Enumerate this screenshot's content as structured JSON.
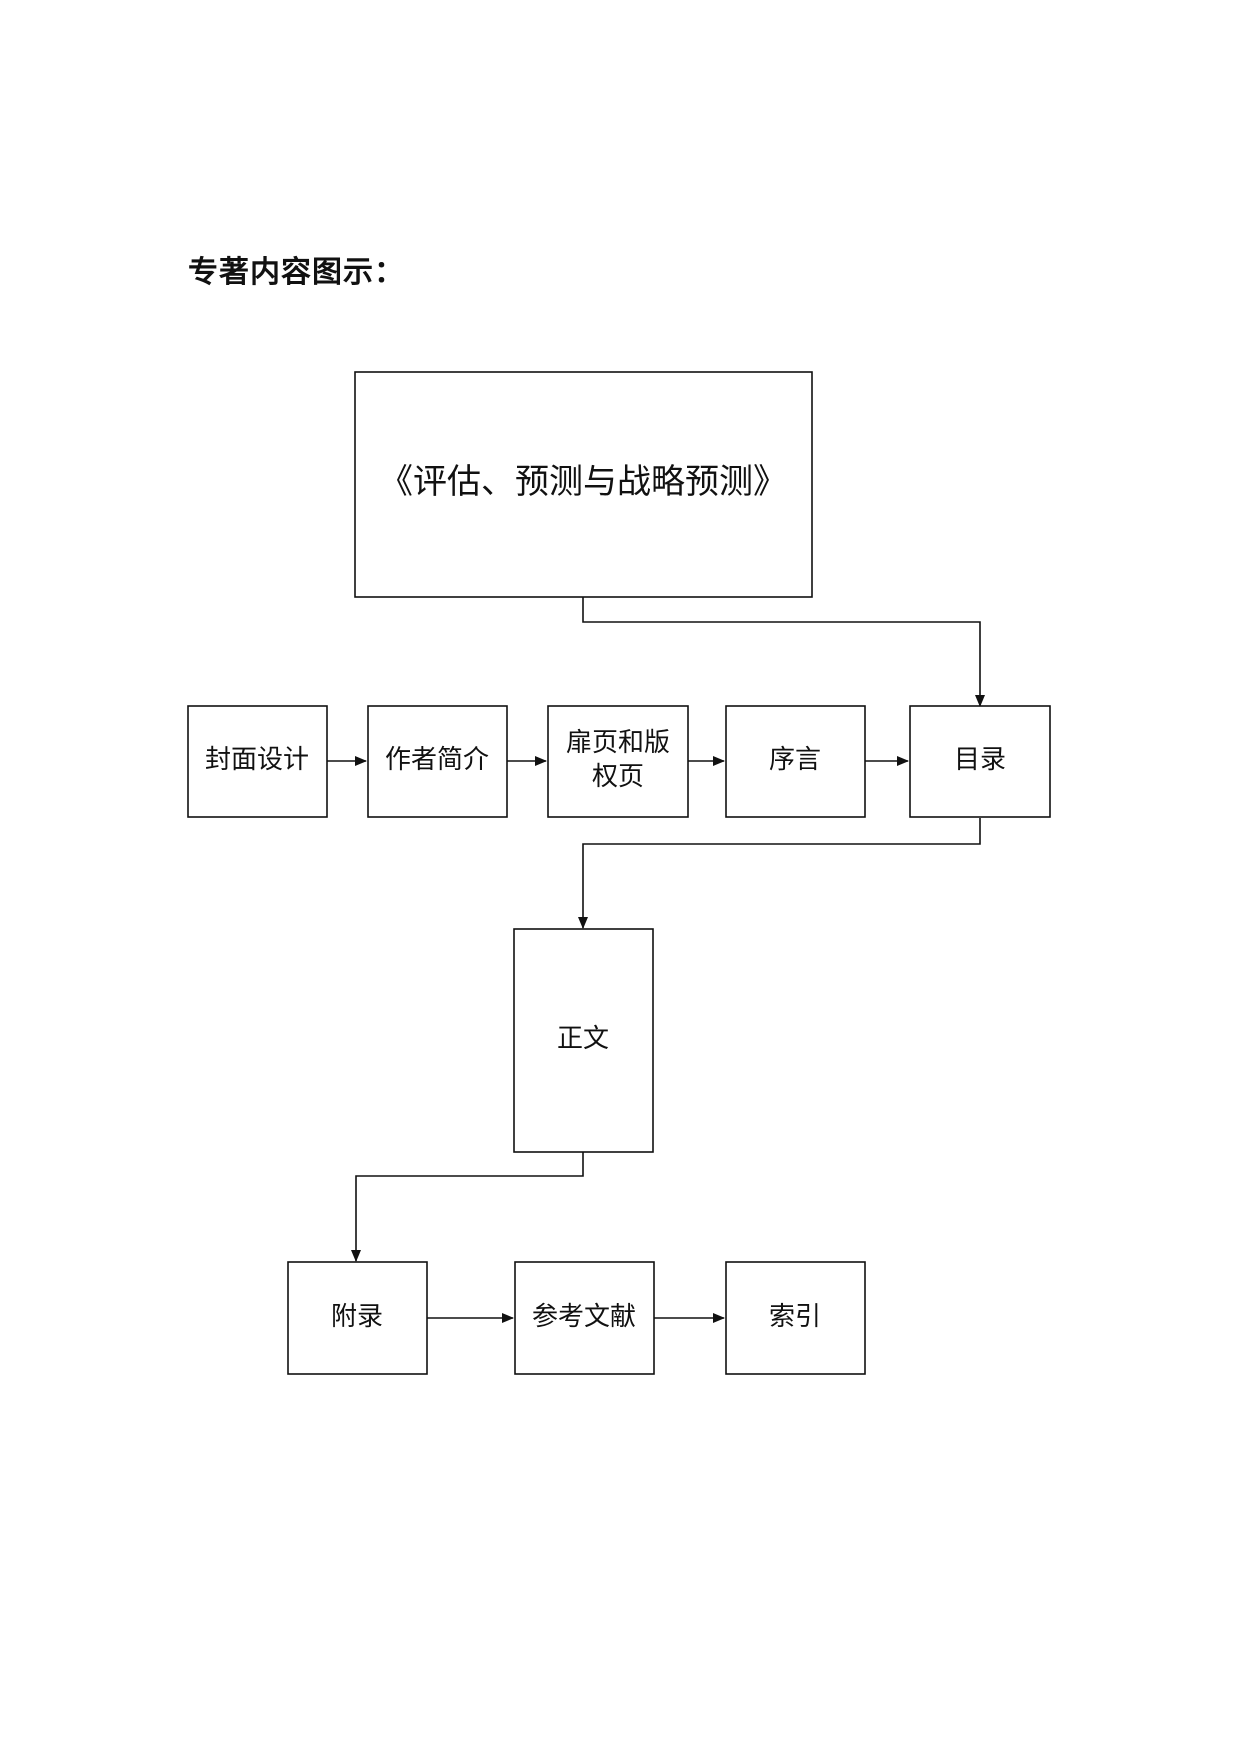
{
  "heading": "专著内容图示：",
  "nodes": {
    "title": {
      "label": "《评估、预测与战略预测》"
    },
    "cover": {
      "label": "封面设计"
    },
    "author": {
      "label": "作者简介"
    },
    "flyleaf": {
      "lines": [
        "扉页和版",
        "权页"
      ]
    },
    "preface": {
      "label": "序言"
    },
    "toc": {
      "label": "目录"
    },
    "body": {
      "label": "正文"
    },
    "appendix": {
      "label": "附录"
    },
    "references": {
      "label": "参考文献"
    },
    "index": {
      "label": "索引"
    }
  }
}
